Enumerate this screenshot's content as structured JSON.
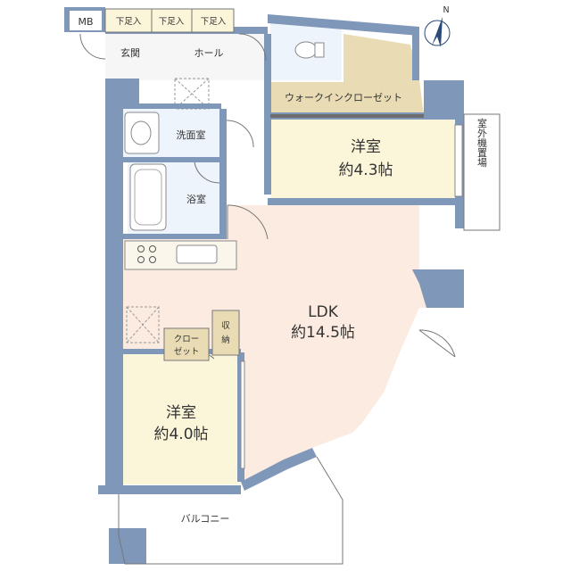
{
  "rooms": {
    "western_room_1": {
      "name": "洋室",
      "area": "約4.3帖"
    },
    "western_room_2": {
      "name": "洋室",
      "area": "約4.0帖"
    },
    "ldk": {
      "name": "LDK",
      "area": "約14.5帖"
    },
    "walk_in_closet": "ウォークインクローゼット",
    "washroom": "洗面室",
    "bathroom": "浴室",
    "entrance": "玄関",
    "hall": "ホール",
    "closet_line1": "クロー",
    "closet_line2": "ゼット",
    "storage_line1": "収",
    "storage_line2": "納",
    "balcony": "バルコニー",
    "outdoor_unit": "室外機置場",
    "shoe_1": "下足入",
    "shoe_2": "下足入",
    "shoe_3": "下足入",
    "mb": "MB"
  },
  "compass": {
    "label": "N"
  },
  "colors": {
    "wall": "#7f97b8",
    "western_floor": "#fbf5d9",
    "ldk_floor": "#fcebe1",
    "wet_area": "#eef4fb",
    "walk_in_closet": "#e9dcb5",
    "entry_floor": "#f4f4f4"
  }
}
